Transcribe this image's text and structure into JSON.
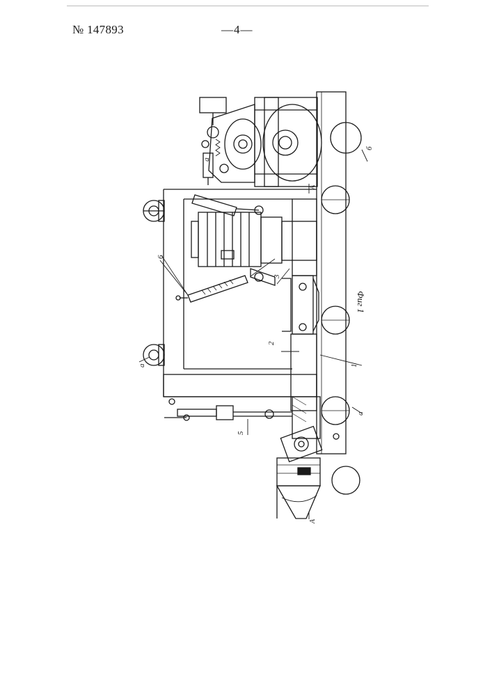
{
  "header": {
    "patent_number": "№ 147893",
    "page_number": "—4—"
  },
  "figure": {
    "caption": "Фиг 1",
    "labels": {
      "l1": "1",
      "l2": "2",
      "l3": "3",
      "l5": "5",
      "l6": "6",
      "la": "а",
      "la2": "а",
      "la3": "а",
      "lb": "б",
      "lA1": "А",
      "lA2": "А"
    }
  }
}
